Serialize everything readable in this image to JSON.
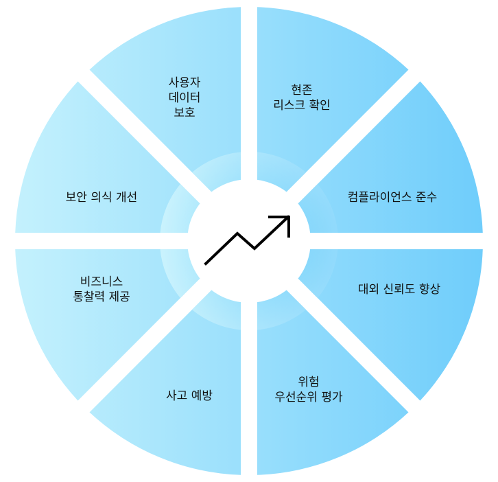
{
  "diagram": {
    "segments": [
      {
        "id": "user-data-protection",
        "lines": [
          "사용자",
          "데이터",
          "보호"
        ]
      },
      {
        "id": "current-risk-check",
        "lines": [
          "현존",
          "리스크 확인"
        ]
      },
      {
        "id": "compliance",
        "lines": [
          "컴플라이언스 준수"
        ]
      },
      {
        "id": "external-trust",
        "lines": [
          "대외 신뢰도 향상"
        ]
      },
      {
        "id": "risk-priority",
        "lines": [
          "위험",
          "우선순위 평가"
        ]
      },
      {
        "id": "accident-prevention",
        "lines": [
          "사고 예방"
        ]
      },
      {
        "id": "business-insight",
        "lines": [
          "비즈니스",
          "통찰력 제공"
        ]
      },
      {
        "id": "security-awareness",
        "lines": [
          "보안 의식 개선"
        ]
      }
    ],
    "center_icon": "trend-up-arrow-icon",
    "colors": {
      "left_fill": "#c4f1fd",
      "right_fill": "#6fcdfb",
      "hub_fill": "#ffffff",
      "ring_left": "#bff0fd",
      "ring_right": "#79d2fb",
      "icon_stroke": "#000000",
      "text": "#111111"
    }
  }
}
